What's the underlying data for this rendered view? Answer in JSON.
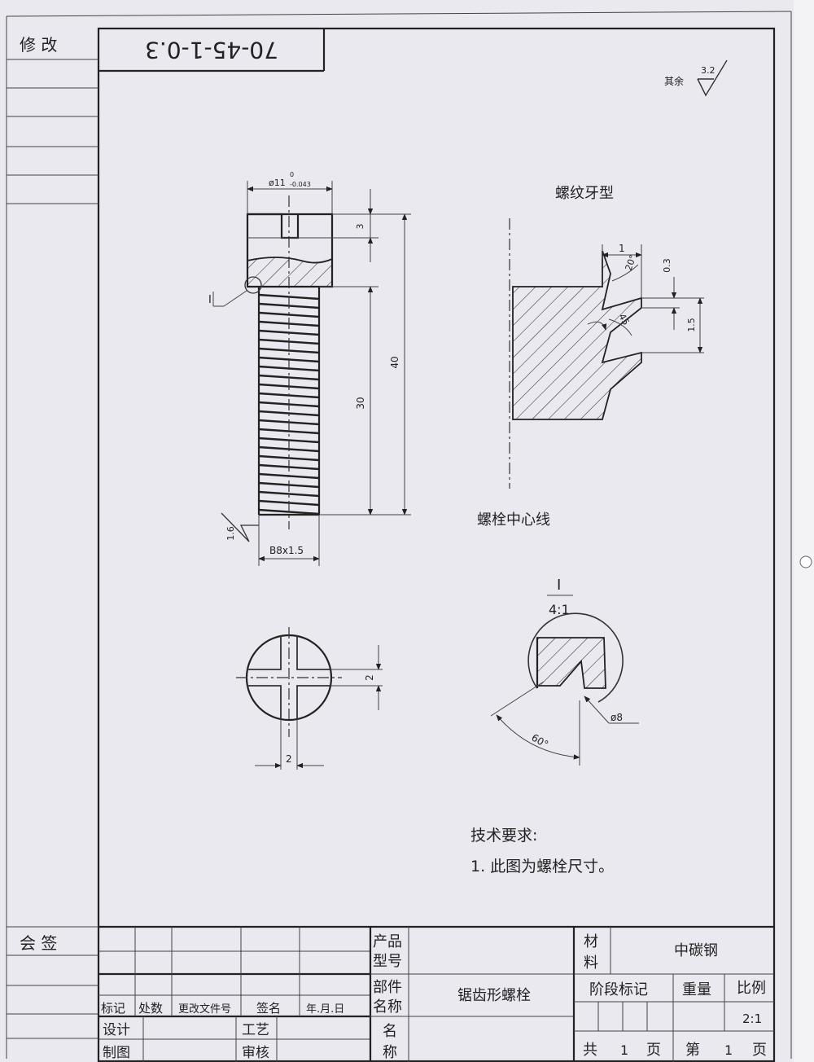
{
  "revision": {
    "label": "修 改",
    "drawing_no": "70-45-1-0.3"
  },
  "countersign": {
    "label": "会 签"
  },
  "roughness": {
    "rest_label": "其余",
    "rest_value": "3.2",
    "thread_value": "1.6"
  },
  "dims": {
    "head_dia": "ø11",
    "head_dia_upper": "0",
    "head_dia_lower": "-0.043",
    "slot_depth": "3",
    "total_length": "40",
    "thread_length": "30",
    "thread_spec": "B8x1.5",
    "slot_width_v": "2",
    "slot_width_h": "2",
    "detail_marker": "I",
    "profile_pitch": "1",
    "profile_angle_a": "20°",
    "profile_angle_b": "45",
    "profile_depth": "0.3",
    "profile_height": "1.5",
    "detail_angle": "60°",
    "detail_dia": "ø8"
  },
  "labels": {
    "thread_profile": "螺纹牙型",
    "bolt_centerline": "螺栓中心线",
    "detail_title": "I",
    "detail_scale": "4:1"
  },
  "notes": {
    "title": "技术要求:",
    "item1": "1. 此图为螺栓尺寸。"
  },
  "title_block": {
    "product_model_l1": "产品",
    "product_model_l2": "型号",
    "part_name_l1": "部件",
    "part_name_l2": "名称",
    "part_name_value": "锯齿形螺栓",
    "name_l1": "名",
    "name_l2": "称",
    "material_l1": "材",
    "material_l2": "料",
    "material_value": "中碳钢",
    "stage_mark": "阶段标记",
    "weight": "重量",
    "scale": "比例",
    "scale_value": "2:1",
    "total_pages_pre": "共",
    "total_pages": "1",
    "pages_suffix": "页",
    "sheet_pre": "第",
    "sheet_no": "1",
    "sheet_suffix": "页",
    "mark": "标记",
    "count": "处数",
    "change_doc": "更改文件号",
    "signature": "签名",
    "date": "年.月.日",
    "design": "设计",
    "drawing": "制图",
    "process": "工艺",
    "review": "审核"
  }
}
